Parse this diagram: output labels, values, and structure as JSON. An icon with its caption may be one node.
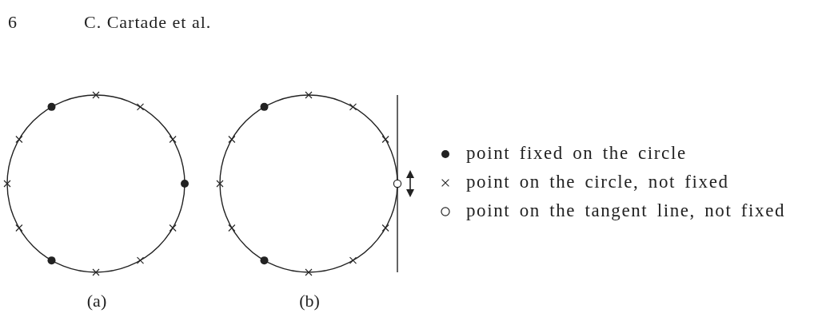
{
  "diagram": {
    "labels": [
      "6",
      "C. Cartade et al.",
      "(a)",
      "(b)"
    ],
    "legend": [
      {
        "text": "point fixed on the circle"
      },
      {
        "text": "point on the circle, not fixed"
      },
      {
        "text": "point on the tangent line, not fixed"
      }
    ]
  }
}
